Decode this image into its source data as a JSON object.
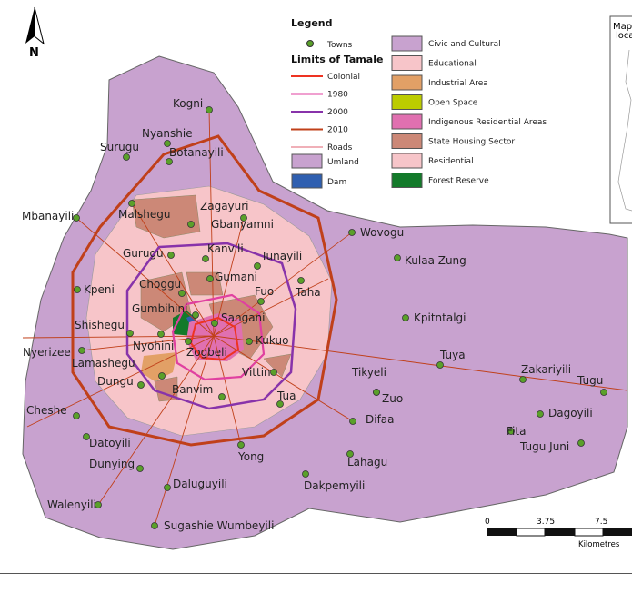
{
  "north_arrow": {
    "label": "N"
  },
  "legend": {
    "title": "Legend",
    "towns_label": "Towns",
    "limits_title": "Limits of Tamale",
    "lines": [
      {
        "label": "Colonial",
        "color": "#ee3322"
      },
      {
        "label": "1980",
        "color": "#e040a0"
      },
      {
        "label": "2000",
        "color": "#8833aa"
      },
      {
        "label": "2010",
        "color": "#c0401a"
      },
      {
        "label": "Roads",
        "color": "#f0b0b8"
      }
    ],
    "areas_left": [
      {
        "label": "Umland",
        "color": "#c8a2cf"
      },
      {
        "label": "Dam",
        "color": "#2f5fb0"
      }
    ],
    "areas_right": [
      {
        "label": "Civic and Cultural",
        "color": "#c8a2cf"
      },
      {
        "label": "Educational",
        "color": "#f7c5c9"
      },
      {
        "label": "Industrial Area",
        "color": "#e2a066"
      },
      {
        "label": "Open Space",
        "color": "#bccc00"
      },
      {
        "label": "Indigenous Residential Areas",
        "color": "#e070b0"
      },
      {
        "label": "State Housing Sector",
        "color": "#cc8877"
      },
      {
        "label": "Residential",
        "color": "#f7c5c9"
      },
      {
        "label": "Forest Reserve",
        "color": "#137a2a"
      }
    ]
  },
  "inset": {
    "title_line1": "Map",
    "title_line2": "loca"
  },
  "scale_bar": {
    "ticks": [
      "0",
      "3.75",
      "7.5"
    ],
    "unit": "Kilometres"
  },
  "towns": [
    "Kogni",
    "Nyanshie",
    "Botanayili",
    "Surugu",
    "Mbanayili",
    "Malshegu",
    "Zagayuri",
    "Gbanyamni",
    "Wovogu",
    "Kulaa Zung",
    "Gurugu",
    "Kanvili",
    "Tunayili",
    "Gumani",
    "Choggu",
    "Taha",
    "Fuo",
    "Kpeni",
    "Gumbihini",
    "Sangani",
    "Kpitntalgi",
    "Shishegu",
    "Nyohini",
    "Kukuo",
    "Nyerizee",
    "Zogbeli",
    "Tuya",
    "Lamashegu",
    "Tikyeli",
    "Zakariyili",
    "Dungu",
    "Vittin",
    "Banvim",
    "Tugu",
    "Zuo",
    "Tua",
    "Cheshe",
    "Difaa",
    "Dagoyili",
    "Fita",
    "Datoyili",
    "Tugu Juni",
    "Yong",
    "Dunying",
    "Lahagu",
    "Walenyili",
    "Daluguyili",
    "Dakpemyili",
    "Sugashie Wumbeyili"
  ]
}
